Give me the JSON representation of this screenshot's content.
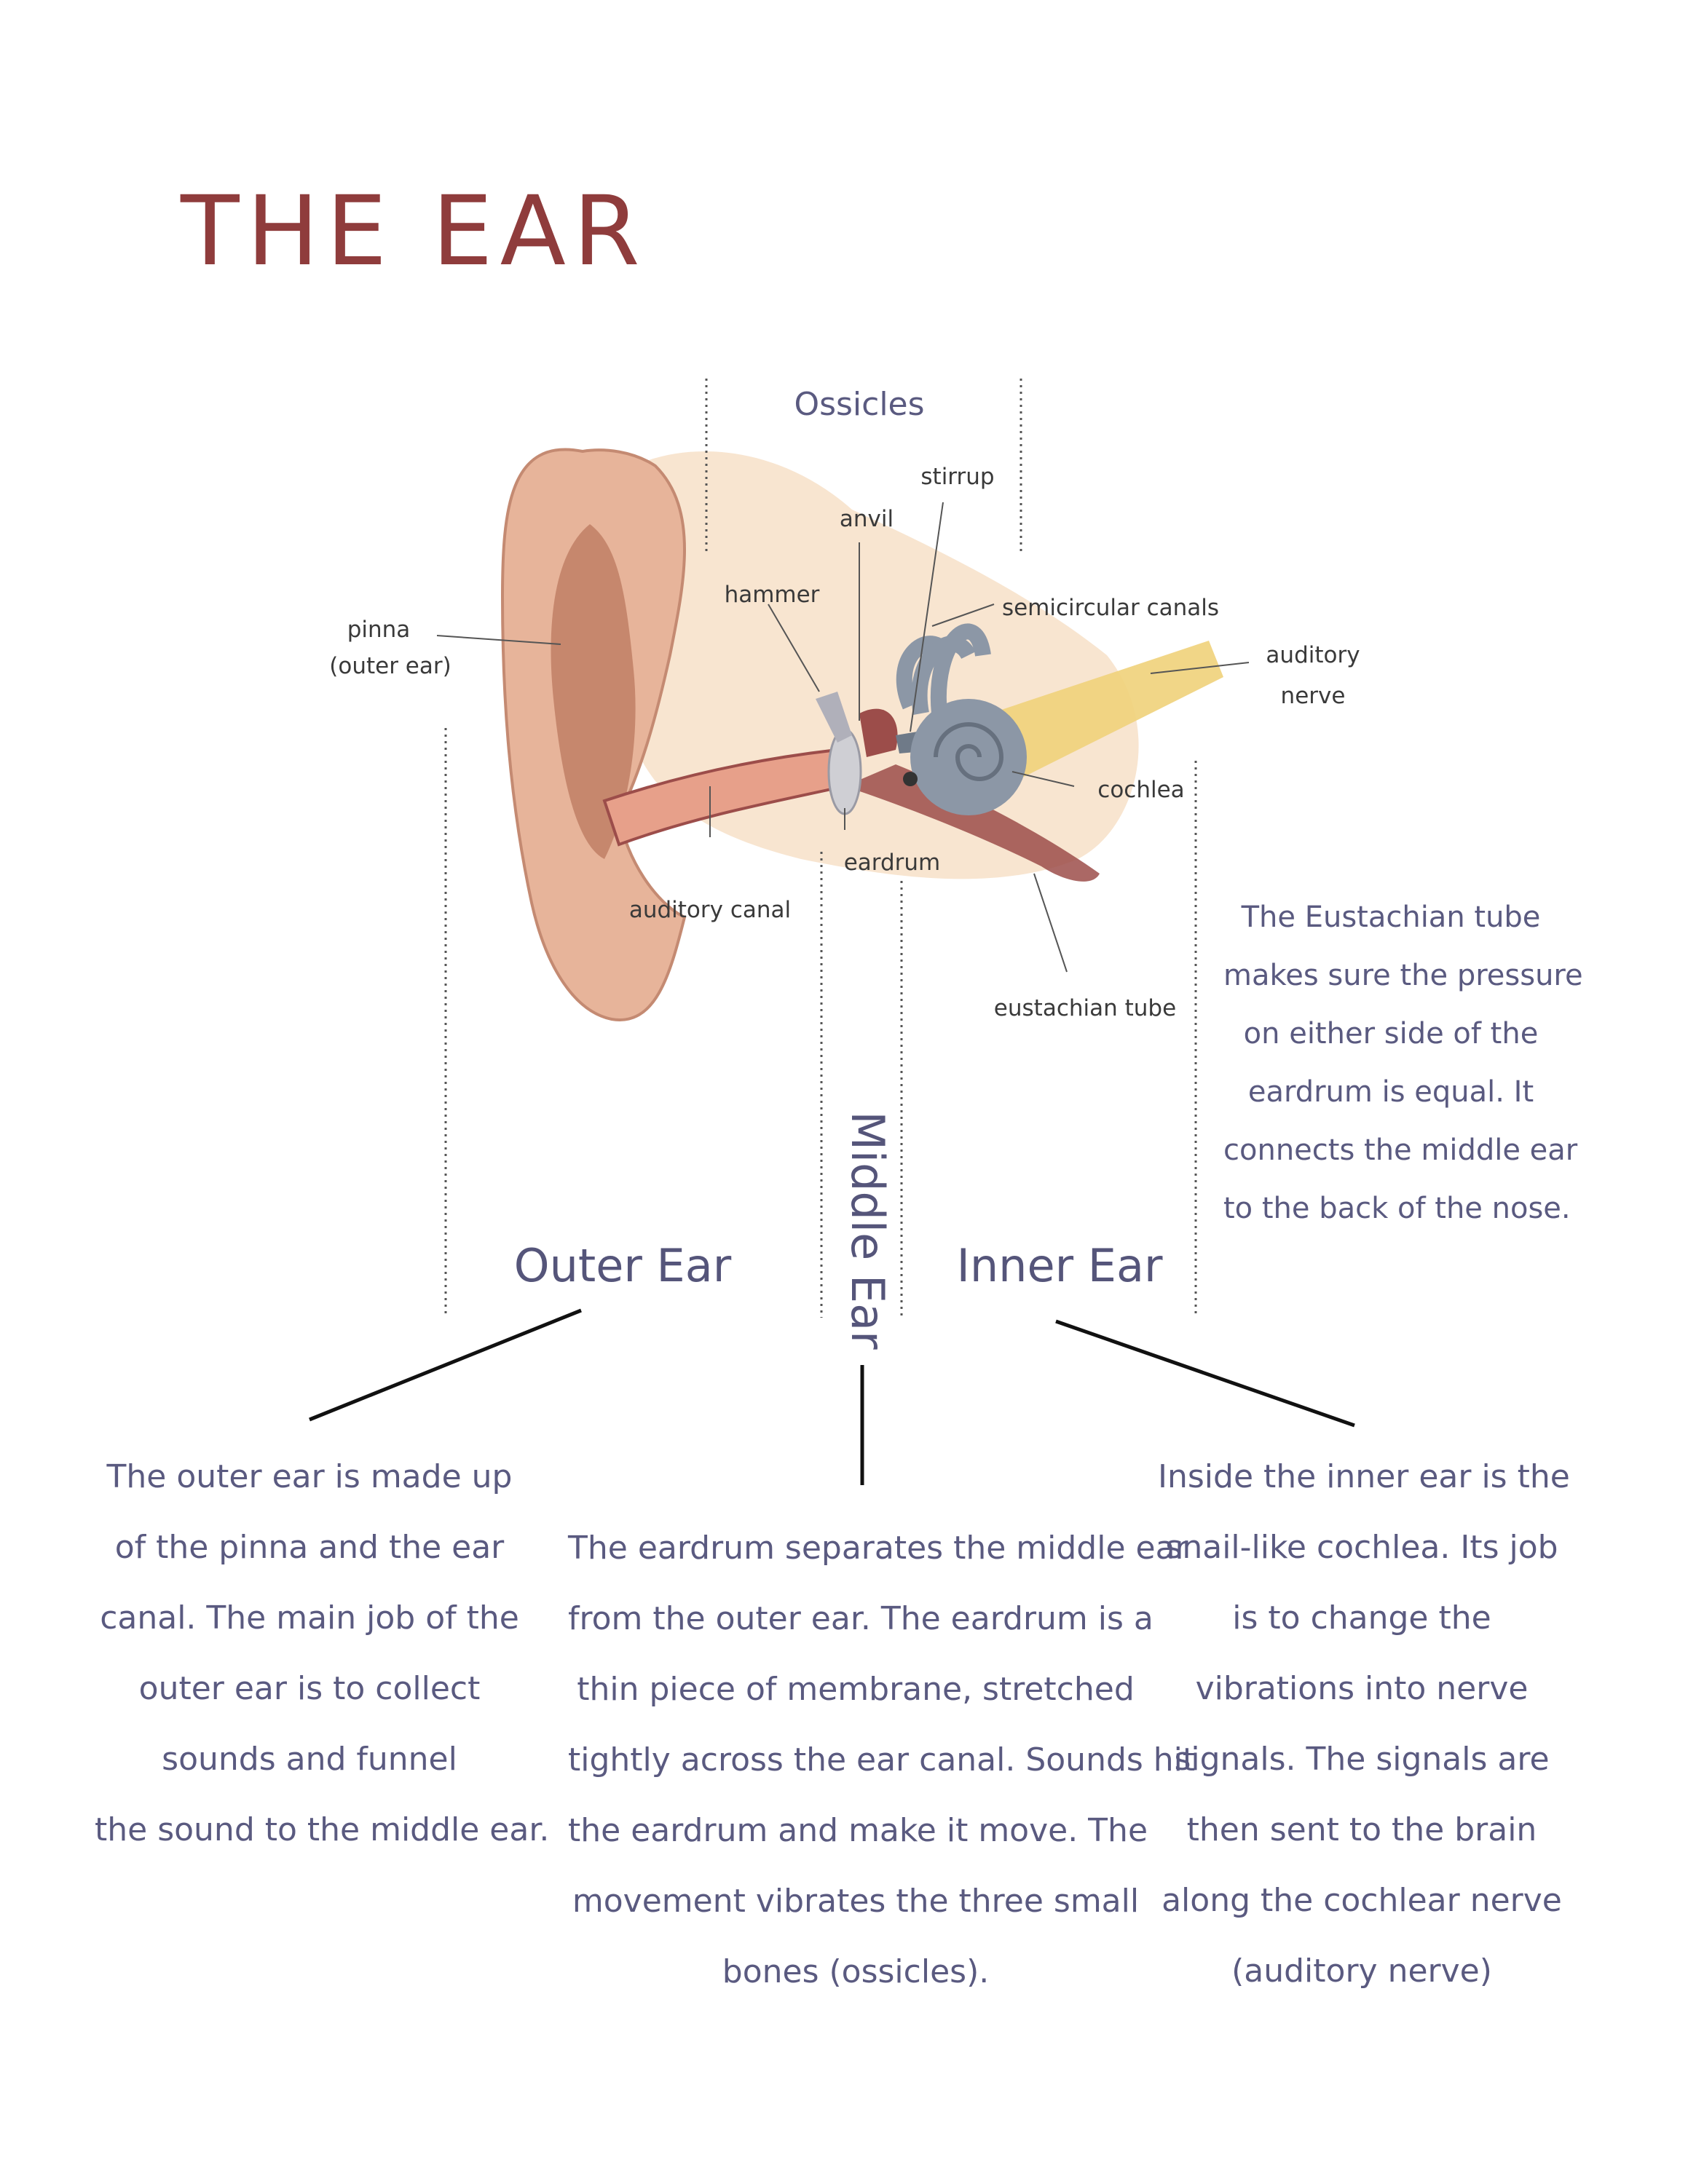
{
  "title": "THE EAR",
  "labels": {
    "ossicles": "Ossicles",
    "stirrup": "stirrup",
    "anvil": "anvil",
    "hammer": "hammer",
    "semicircular_canals": "semicircular canals",
    "pinna_line1": "pinna",
    "pinna_line2": "(outer ear)",
    "auditory_nerve_line1": "auditory",
    "auditory_nerve_line2": "nerve",
    "cochlea": "cochlea",
    "eardrum": "eardrum",
    "auditory_canal": "auditory canal",
    "eustachian_tube": "eustachian tube"
  },
  "sections": {
    "outer": "Outer Ear",
    "middle": "Middle Ear",
    "inner": "Inner Ear"
  },
  "eustachian_note": [
    "The Eustachian tube",
    "makes sure the pressure",
    "on either side of the",
    "eardrum is equal. It",
    "connects the middle ear",
    "to the back of the nose."
  ],
  "descriptions": {
    "outer": [
      "The outer ear is made up",
      "of the pinna and the ear",
      "canal. The main job of the",
      "outer ear is to collect",
      "sounds and funnel",
      "the sound to the middle ear."
    ],
    "middle": [
      "The eardrum separates the middle ear",
      "from the outer ear. The eardrum is a",
      "thin piece of membrane, stretched",
      "tightly across the ear canal. Sounds hit",
      "the eardrum and make it move. The",
      "movement vibrates the three small",
      "bones (ossicles)."
    ],
    "inner": [
      "Inside the inner ear is the",
      "snail-like cochlea.  Its job",
      "is to change the",
      "vibrations into nerve",
      "signals. The signals are",
      "then sent to the brain",
      "along the cochlear nerve",
      "(auditory nerve)"
    ]
  },
  "colors": {
    "title": "#8f3c3c",
    "text": "#5a5a80",
    "skin": "#e7b49a",
    "skin_dark": "#b8735a",
    "canal": "#9c4d4a",
    "cochlea": "#8c97a6",
    "nerve": "#efd27a",
    "tissue": "#f6dcc0"
  }
}
